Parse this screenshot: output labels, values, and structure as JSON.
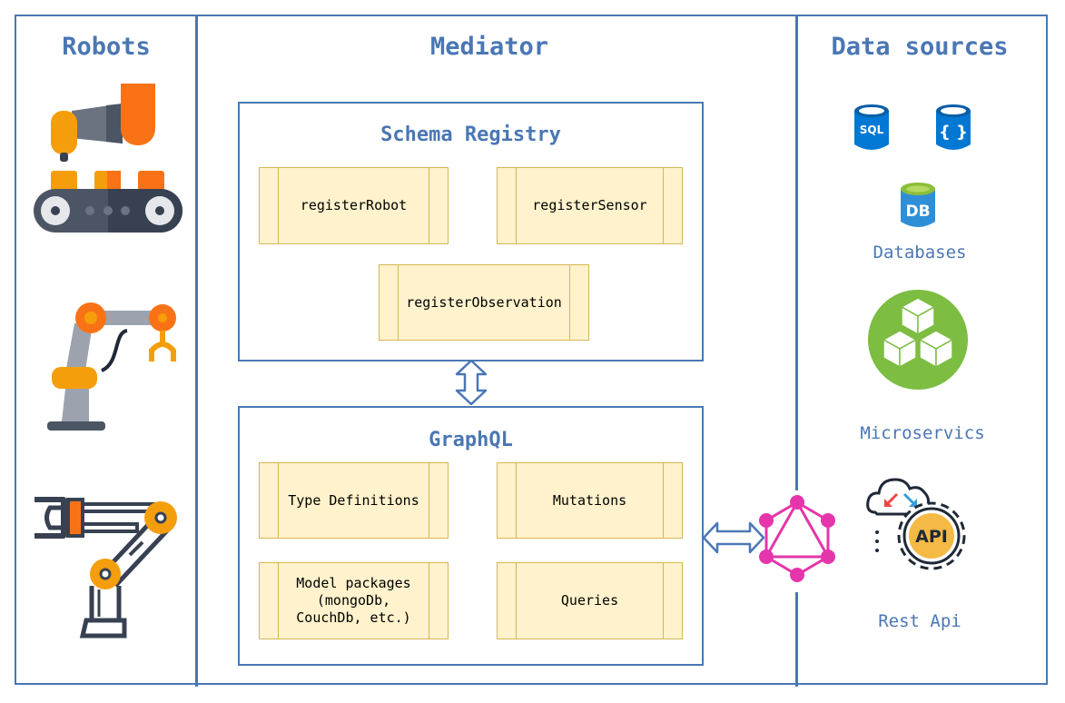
{
  "columns": {
    "robots": "Robots",
    "mediator": "Mediator",
    "data_sources": "Data sources"
  },
  "schema_registry": {
    "title": "Schema Registry",
    "items": [
      "registerRobot",
      "registerSensor",
      "registerObservation"
    ]
  },
  "graphql": {
    "title": "GraphQL",
    "items": [
      "Type Definitions",
      "Mutations",
      "Model packages\n(mongoDb,\nCouchDb, etc.)",
      "Queries"
    ]
  },
  "data_sources": {
    "sql_icon_text": "SQL",
    "json_icon_text": "{ }",
    "db_icon_text": "DB",
    "api_icon_text": "API",
    "databases": "Databases",
    "microservices": "Microservics",
    "rest_api": "Rest Api"
  },
  "colors": {
    "accent": "#4a77b4",
    "process_fill": "#fff2cc",
    "process_stroke": "#d6b656",
    "graphql_pink": "#e535ab",
    "microservice_green": "#7cbd42",
    "database_blue": "#0078d4"
  }
}
